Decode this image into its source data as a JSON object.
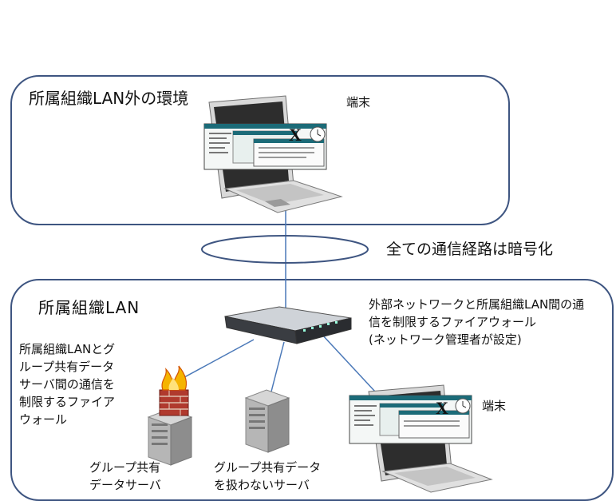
{
  "outer": {
    "title": "所属組織LAN外の環境",
    "terminal_label": "端末"
  },
  "encryption": {
    "label": "全ての通信経路は暗号化"
  },
  "lan": {
    "title": "所属組織LAN",
    "outer_firewall_note": "外部ネットワークと所属組織LAN間の通\n信を制限するファイアウォール\n(ネットワーク管理者が設定)",
    "group_firewall_note": "所属組織LANとグ\nループ共有データ\nサーバ間の通信を\n制限するファイア\nウォール",
    "shared_server_label": "グループ共有\nデータサーバ",
    "other_server_label": "グループ共有データ\nを扱わないサーバ",
    "terminal_label": "端末"
  },
  "colors": {
    "region_border": "#3e5581",
    "link_line": "#4a78b8",
    "ellipse": "#3e5581"
  }
}
